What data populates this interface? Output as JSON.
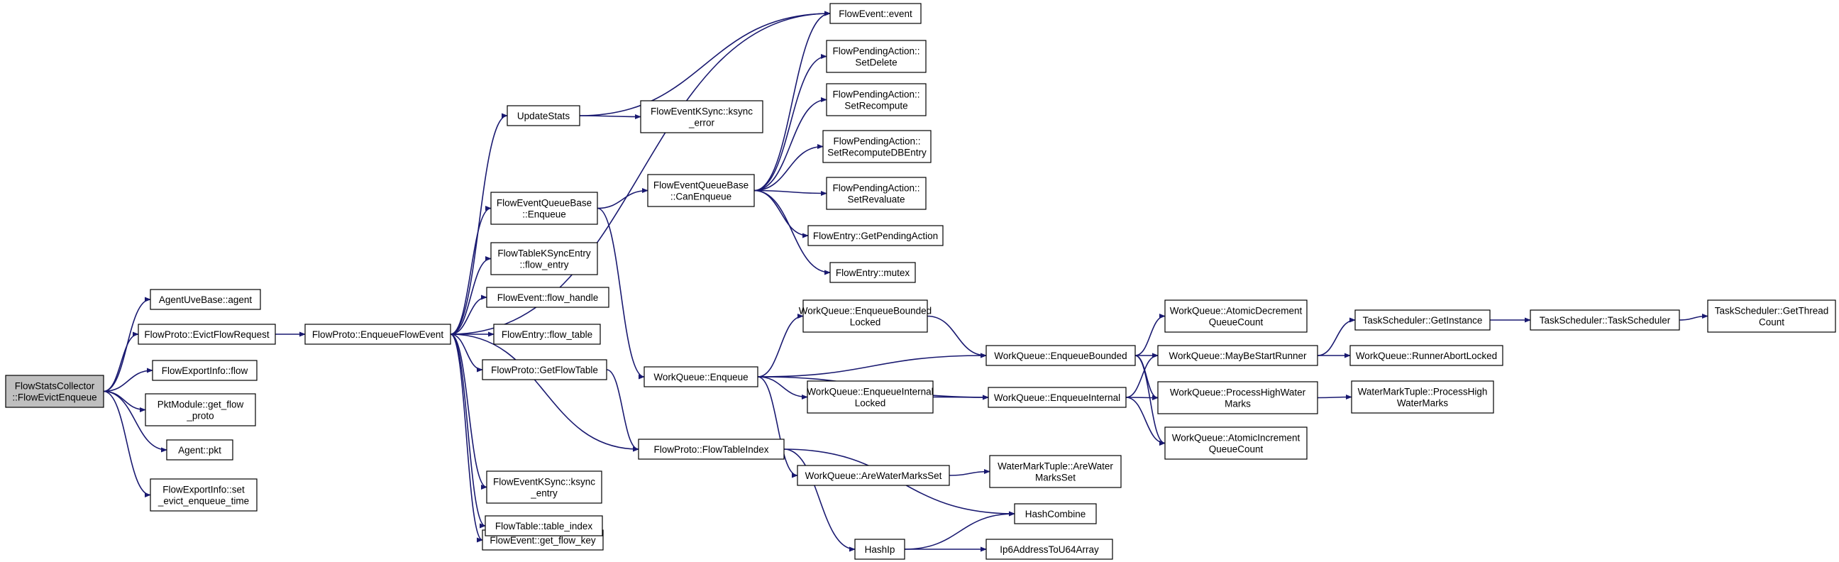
{
  "graph": {
    "colors": {
      "edge": "#191970",
      "node_border": "#000000",
      "root_fill": "#bfbfbf",
      "node_fill": "#ffffff"
    },
    "nodes": [
      {
        "id": "n0",
        "lines": [
          "FlowStatsCollector",
          "::FlowEvictEnqueue"
        ],
        "root": true
      },
      {
        "id": "n1",
        "lines": [
          "AgentUveBase::agent"
        ]
      },
      {
        "id": "n2",
        "lines": [
          "FlowProto::EvictFlowRequest"
        ]
      },
      {
        "id": "n3",
        "lines": [
          "FlowExportInfo::flow"
        ]
      },
      {
        "id": "n4",
        "lines": [
          "PktModule::get_flow",
          "_proto"
        ]
      },
      {
        "id": "n5",
        "lines": [
          "Agent::pkt"
        ]
      },
      {
        "id": "n6",
        "lines": [
          "FlowExportInfo::set",
          "_evict_enqueue_time"
        ]
      },
      {
        "id": "n7",
        "lines": [
          "FlowProto::EnqueueFlowEvent"
        ]
      },
      {
        "id": "n8",
        "lines": [
          "FlowEvent::event"
        ]
      },
      {
        "id": "n9",
        "lines": [
          "UpdateStats"
        ]
      },
      {
        "id": "n10",
        "lines": [
          "FlowEventQueueBase",
          "::Enqueue"
        ]
      },
      {
        "id": "n11",
        "lines": [
          "FlowTableKSyncEntry",
          "::flow_entry"
        ]
      },
      {
        "id": "n12",
        "lines": [
          "FlowEvent::flow_handle"
        ]
      },
      {
        "id": "n13",
        "lines": [
          "FlowEntry::flow_table"
        ]
      },
      {
        "id": "n14",
        "lines": [
          "FlowProto::GetFlowTable"
        ]
      },
      {
        "id": "n15",
        "lines": [
          "FlowProto::FlowTableIndex"
        ]
      },
      {
        "id": "n16",
        "lines": [
          "FlowEvent::get_flow_key"
        ]
      },
      {
        "id": "n17",
        "lines": [
          "FlowEventKSync::ksync",
          "_entry"
        ]
      },
      {
        "id": "n18",
        "lines": [
          "FlowTable::table_index"
        ]
      },
      {
        "id": "n19",
        "lines": [
          "FlowEventKSync::ksync",
          "_error"
        ]
      },
      {
        "id": "n20",
        "lines": [
          "FlowEventQueueBase",
          "::CanEnqueue"
        ]
      },
      {
        "id": "n21",
        "lines": [
          "WorkQueue::Enqueue"
        ]
      },
      {
        "id": "n22",
        "lines": [
          "FlowPendingAction::",
          "SetDelete"
        ]
      },
      {
        "id": "n23",
        "lines": [
          "FlowPendingAction::",
          "SetRecompute"
        ]
      },
      {
        "id": "n24",
        "lines": [
          "FlowPendingAction::",
          "SetRecomputeDBEntry"
        ]
      },
      {
        "id": "n25",
        "lines": [
          "FlowPendingAction::",
          "SetRevaluate"
        ]
      },
      {
        "id": "n26",
        "lines": [
          "FlowEntry::GetPendingAction"
        ]
      },
      {
        "id": "n27",
        "lines": [
          "FlowEntry::mutex"
        ]
      },
      {
        "id": "n28",
        "lines": [
          "WorkQueue::EnqueueBounded",
          "Locked"
        ]
      },
      {
        "id": "n29",
        "lines": [
          "WorkQueue::EnqueueBounded"
        ]
      },
      {
        "id": "n30",
        "lines": [
          "WorkQueue::EnqueueInternal",
          "Locked"
        ]
      },
      {
        "id": "n31",
        "lines": [
          "WorkQueue::EnqueueInternal"
        ]
      },
      {
        "id": "n32",
        "lines": [
          "WorkQueue::AreWaterMarksSet"
        ]
      },
      {
        "id": "n33",
        "lines": [
          "WaterMarkTuple::AreWater",
          "MarksSet"
        ]
      },
      {
        "id": "n34",
        "lines": [
          "HashCombine"
        ]
      },
      {
        "id": "n35",
        "lines": [
          "HashIp"
        ]
      },
      {
        "id": "n36",
        "lines": [
          "Ip6AddressToU64Array"
        ]
      },
      {
        "id": "n37",
        "lines": [
          "WorkQueue::AtomicDecrement",
          "QueueCount"
        ]
      },
      {
        "id": "n38",
        "lines": [
          "WorkQueue::MayBeStartRunner"
        ]
      },
      {
        "id": "n39",
        "lines": [
          "WorkQueue::ProcessHighWater",
          "Marks"
        ]
      },
      {
        "id": "n40",
        "lines": [
          "WorkQueue::AtomicIncrement",
          "QueueCount"
        ]
      },
      {
        "id": "n41",
        "lines": [
          "TaskScheduler::GetInstance"
        ]
      },
      {
        "id": "n42",
        "lines": [
          "WorkQueue::RunnerAbortLocked"
        ]
      },
      {
        "id": "n43",
        "lines": [
          "WaterMarkTuple::ProcessHigh",
          "WaterMarks"
        ]
      },
      {
        "id": "n44",
        "lines": [
          "TaskScheduler::TaskScheduler"
        ]
      },
      {
        "id": "n45",
        "lines": [
          "TaskScheduler::GetThread",
          "Count"
        ]
      }
    ]
  }
}
